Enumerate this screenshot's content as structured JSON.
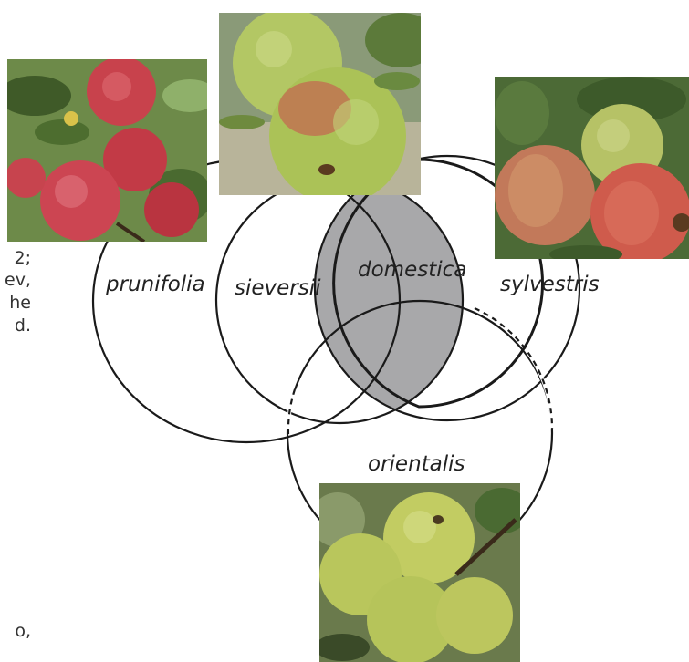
{
  "species": [
    {
      "id": "prunifolia",
      "label": "prunifolia"
    },
    {
      "id": "sieversii",
      "label": "sieversii"
    },
    {
      "id": "domestica",
      "label": "domestica"
    },
    {
      "id": "sylvestris",
      "label": "sylvestris"
    },
    {
      "id": "orientalis",
      "label": "orientalis"
    }
  ],
  "text_fragments": [
    "2;",
    "ev,",
    "he",
    "d.",
    "o,"
  ],
  "colors": {
    "domestica_overlap": "#a8a8aa",
    "outline": "#1a1a1a",
    "background": "#ffffff"
  },
  "photos": [
    {
      "id": "prunifolia",
      "description_icon": "red-apples-photo"
    },
    {
      "id": "sieversii",
      "description_icon": "green-red-apple-photo"
    },
    {
      "id": "sylvestris",
      "description_icon": "red-green-apples-photo"
    },
    {
      "id": "orientalis",
      "description_icon": "green-apples-photo"
    }
  ]
}
